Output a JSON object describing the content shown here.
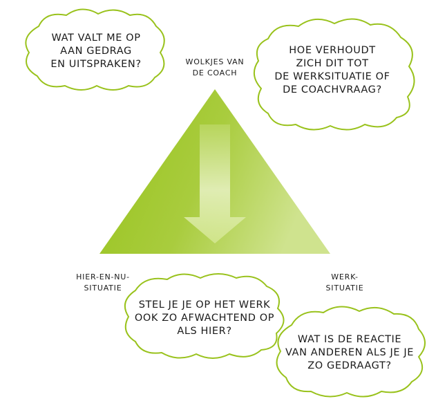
{
  "colors": {
    "cloud_stroke": "#99c21c",
    "triangle_light": "#cfe38e",
    "triangle_dark": "#8fbc10",
    "arrow": "#e6f0c4"
  },
  "clouds": {
    "top_left": [
      "WAT VALT ME OP",
      "AAN GEDRAG",
      "EN UITSPRAKEN?"
    ],
    "top_right": [
      "HOE VERHOUDT",
      "ZICH DIT TOT",
      "DE WERKSITUATIE OF",
      "DE COACHVRAAG?"
    ],
    "bottom_middle": [
      "STEL JE JE OP HET WERK",
      "OOK ZO AFWACHTEND OP",
      "ALS HIER?"
    ],
    "bottom_right": [
      "WAT IS DE REACTIE",
      "VAN ANDEREN ALS JE JE",
      "ZO GEDRAAGT?"
    ]
  },
  "labels": {
    "top": [
      "WOLKJES VAN",
      "DE COACH"
    ],
    "bottom_left": [
      "HIER-EN-NU-",
      "SITUATIE"
    ],
    "bottom_right": [
      "WERK-",
      "SITUATIE"
    ]
  },
  "icons": {
    "center_arrow": "down-arrow-icon"
  }
}
